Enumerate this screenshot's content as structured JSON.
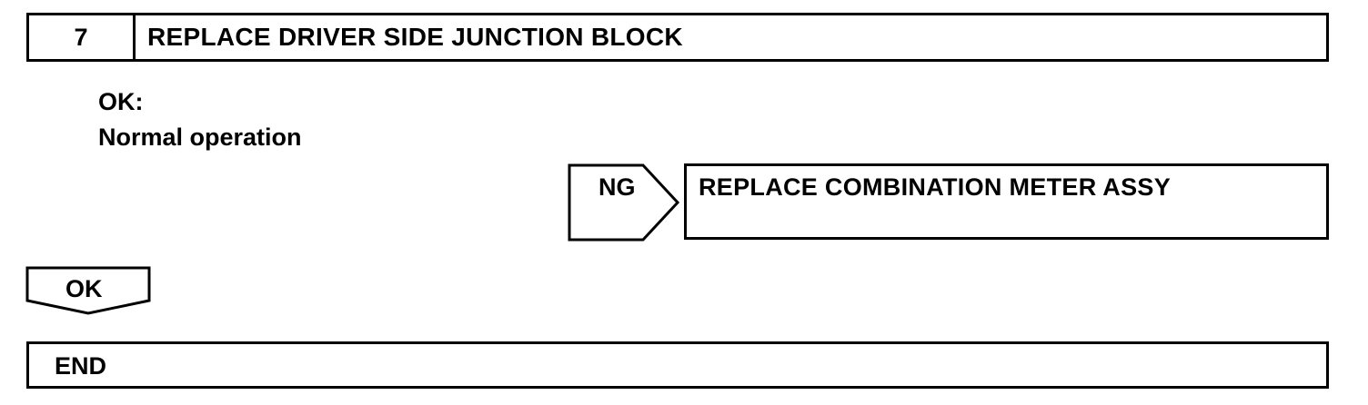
{
  "step": {
    "number": "7",
    "title": "REPLACE DRIVER SIDE JUNCTION BLOCK"
  },
  "condition": {
    "label": "OK:",
    "description": "Normal operation"
  },
  "ng_branch": {
    "tag": "NG",
    "result": "REPLACE COMBINATION METER ASSY"
  },
  "ok_branch": {
    "tag": "OK"
  },
  "end": {
    "label": "END"
  }
}
